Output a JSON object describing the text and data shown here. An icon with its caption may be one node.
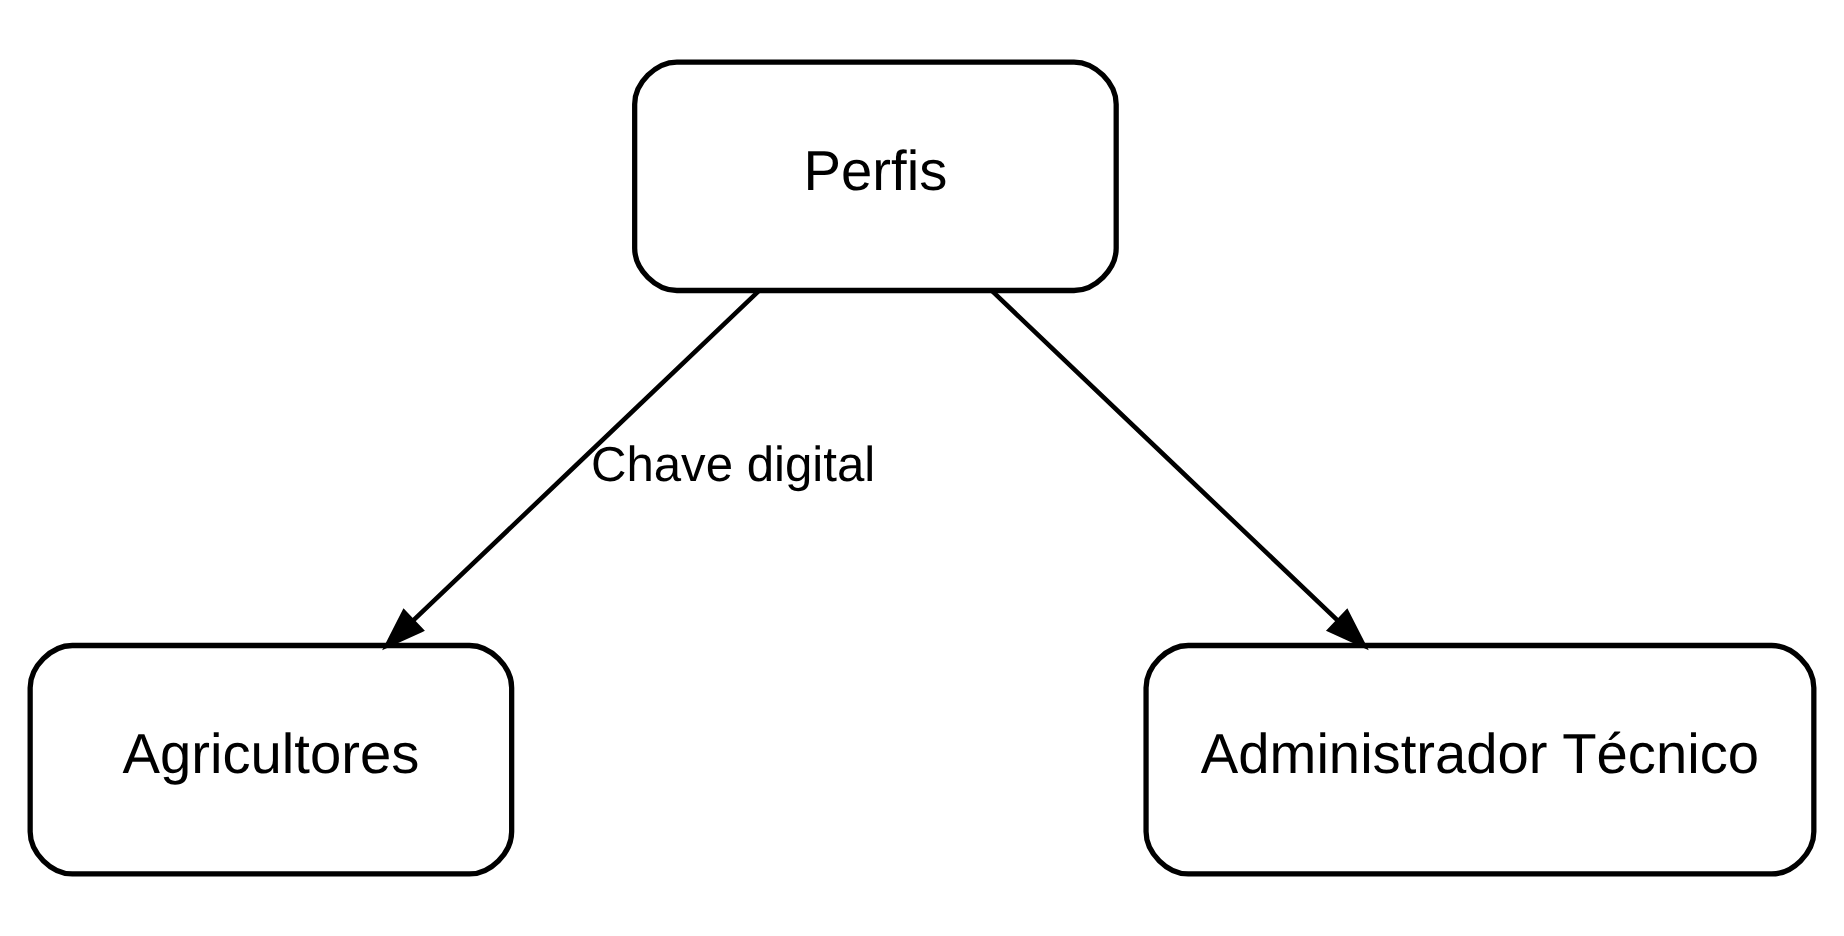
{
  "diagram": {
    "nodes": [
      {
        "text": [
          "Perfis"
        ]
      },
      {
        "text": [
          "Agricultores"
        ]
      },
      {
        "text": [
          "Administrador Técnico"
        ]
      }
    ],
    "edges": [
      {
        "from": 0,
        "to": 1,
        "arrow": "to",
        "label": "Chave digital"
      },
      {
        "from": 0,
        "to": 2,
        "arrow": "to"
      }
    ]
  }
}
